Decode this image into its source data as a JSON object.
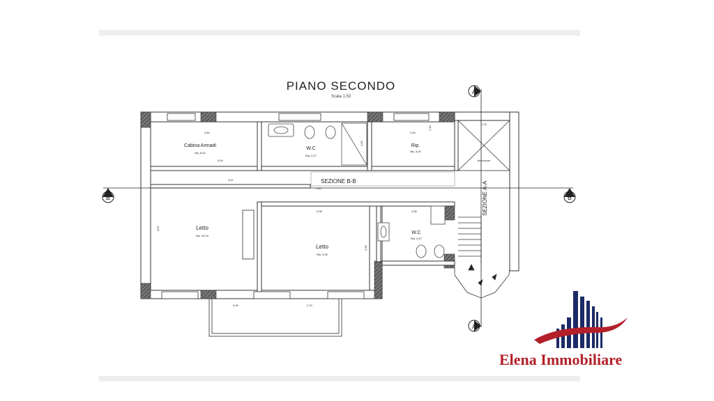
{
  "plan": {
    "title": "PIANO SECONDO",
    "scale": "Scala 1:50",
    "rooms": {
      "cabina": {
        "name": "Cabina Armadi",
        "area": "Mq. 6,62"
      },
      "wc1": {
        "name": "W.C",
        "area": "Mq. 4,37"
      },
      "rip": {
        "name": "Rip.",
        "area": "Mq. 3,40"
      },
      "letto1": {
        "name": "Letto",
        "area": "Mq. 16,34"
      },
      "letto2": {
        "name": "Letto",
        "area": "Mq. 9,05"
      },
      "wc2": {
        "name": "W.C",
        "area": "Mq. 3,37"
      },
      "ascensore": {
        "name": "Ascensore"
      }
    },
    "sections": {
      "bb_text": "SEZIONE B-B",
      "aa_text": "SEZIONE A-A",
      "b_marker": "B",
      "a_marker": "A"
    },
    "dimensions": {
      "d1": "3,80",
      "d2": "2,40",
      "d3": "1,76",
      "d4": "3,87",
      "d5": "3,06",
      "d6": "2,85",
      "d7": "1,40",
      "d8": "3,87",
      "d9": "0,90",
      "d10": "2,10",
      "d11": "3,66",
      "d12": "0,90",
      "d13": "2,40",
      "d14": "1,60"
    }
  },
  "logo": {
    "brand_name": "Elena Immobiliare",
    "colors": {
      "navy": "#1c2a66",
      "red": "#b3202a"
    }
  }
}
